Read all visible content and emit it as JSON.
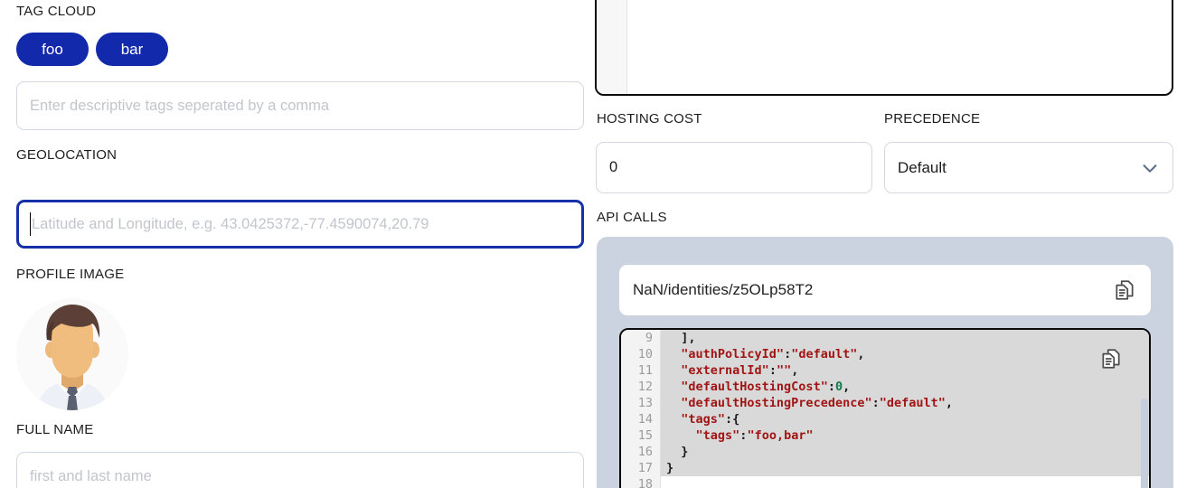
{
  "left": {
    "tag_cloud": {
      "label": "TAG CLOUD",
      "pills": [
        "foo",
        "bar"
      ],
      "input_placeholder": "Enter descriptive tags seperated by a comma",
      "input_value": ""
    },
    "geolocation": {
      "label": "GEOLOCATION",
      "input_placeholder": "Latitude and Longitude, e.g. 43.0425372,-77.4590074,20.79",
      "input_value": "",
      "focused": true
    },
    "profile_image": {
      "label": "PROFILE IMAGE",
      "avatar_alt": "avatar-placeholder"
    },
    "full_name": {
      "label": "FULL NAME",
      "input_placeholder": "first and last name",
      "input_value": ""
    }
  },
  "right": {
    "hosting_cost": {
      "label": "HOSTING COST",
      "value": "0",
      "placeholder": ""
    },
    "precedence": {
      "label": "PRECEDENCE",
      "selected": "Default",
      "options": [
        "Default"
      ],
      "chevron_icon": "chevron-down-icon"
    },
    "api_calls": {
      "label": "API CALLS",
      "url": "NaN/identities/z5OLp58T2",
      "copy_icon": "copy-icon",
      "editor": {
        "copy_icon": "copy-icon",
        "first_line_number": 9,
        "lines": [
          {
            "n": "9",
            "tokens": [
              {
                "t": "punc",
                "v": "  ],"
              }
            ]
          },
          {
            "n": "10",
            "tokens": [
              {
                "t": "punc",
                "v": "  "
              },
              {
                "t": "key",
                "v": "\"authPolicyId\""
              },
              {
                "t": "punc",
                "v": ":"
              },
              {
                "t": "str",
                "v": "\"default\""
              },
              {
                "t": "punc",
                "v": ","
              }
            ]
          },
          {
            "n": "11",
            "tokens": [
              {
                "t": "punc",
                "v": "  "
              },
              {
                "t": "key",
                "v": "\"externalId\""
              },
              {
                "t": "punc",
                "v": ":"
              },
              {
                "t": "str",
                "v": "\"\""
              },
              {
                "t": "punc",
                "v": ","
              }
            ]
          },
          {
            "n": "12",
            "tokens": [
              {
                "t": "punc",
                "v": "  "
              },
              {
                "t": "key",
                "v": "\"defaultHostingCost\""
              },
              {
                "t": "punc",
                "v": ":"
              },
              {
                "t": "num",
                "v": "0"
              },
              {
                "t": "punc",
                "v": ","
              }
            ]
          },
          {
            "n": "13",
            "tokens": [
              {
                "t": "punc",
                "v": "  "
              },
              {
                "t": "key",
                "v": "\"defaultHostingPrecedence\""
              },
              {
                "t": "punc",
                "v": ":"
              },
              {
                "t": "str",
                "v": "\"default\""
              },
              {
                "t": "punc",
                "v": ","
              }
            ]
          },
          {
            "n": "14",
            "tokens": [
              {
                "t": "punc",
                "v": "  "
              },
              {
                "t": "key",
                "v": "\"tags\""
              },
              {
                "t": "punc",
                "v": ":{"
              }
            ]
          },
          {
            "n": "15",
            "tokens": [
              {
                "t": "punc",
                "v": "    "
              },
              {
                "t": "key",
                "v": "\"tags\""
              },
              {
                "t": "punc",
                "v": ":"
              },
              {
                "t": "str",
                "v": "\"foo,bar\""
              }
            ]
          },
          {
            "n": "16",
            "tokens": [
              {
                "t": "punc",
                "v": "  }"
              }
            ]
          },
          {
            "n": "17",
            "tokens": [
              {
                "t": "punc",
                "v": "}"
              }
            ]
          },
          {
            "n": "18",
            "tokens": []
          }
        ]
      }
    }
  },
  "colors": {
    "pill_blue": "#1229ab",
    "focus_blue": "#1530a8",
    "panel_bg": "#ccd3e0",
    "code_selection": "#d9d9d9",
    "json_string": "#a11515",
    "json_number": "#0b7a4b"
  }
}
